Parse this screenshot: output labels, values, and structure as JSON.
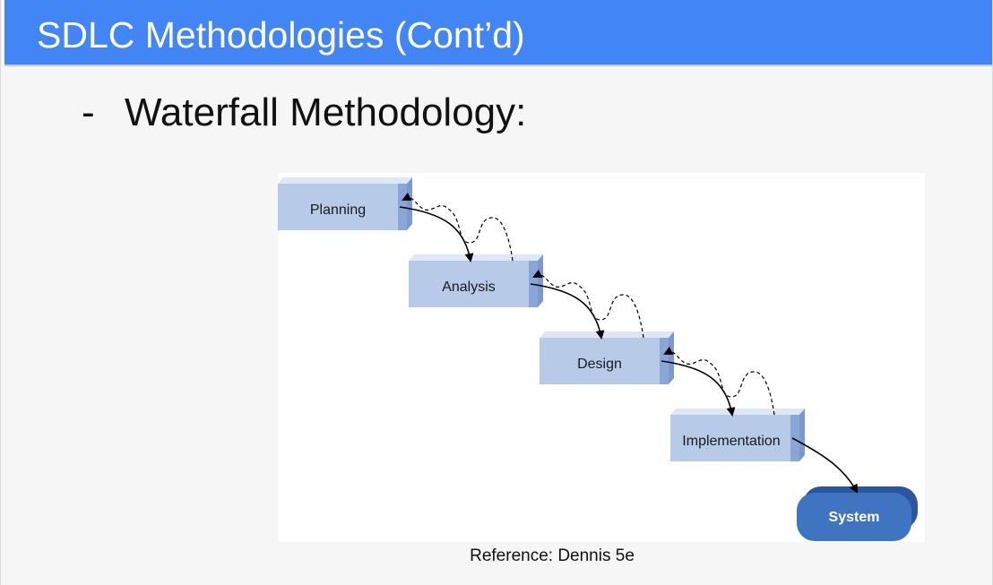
{
  "slide": {
    "title": "SDLC Methodologies (Cont’d)",
    "bullet": {
      "marker": "-",
      "text": "Waterfall Methodology:"
    },
    "reference": "Reference: Dennis 5e"
  },
  "diagram": {
    "stages": [
      "Planning",
      "Analysis",
      "Design",
      "Implementation"
    ],
    "output": "System",
    "colors": {
      "box_face": "#b7cbe9",
      "box_top": "#dde7f6",
      "box_side": "#8aa6d6",
      "system_fill": "#3f74c0",
      "system_shadow": "#2a55a0"
    }
  }
}
